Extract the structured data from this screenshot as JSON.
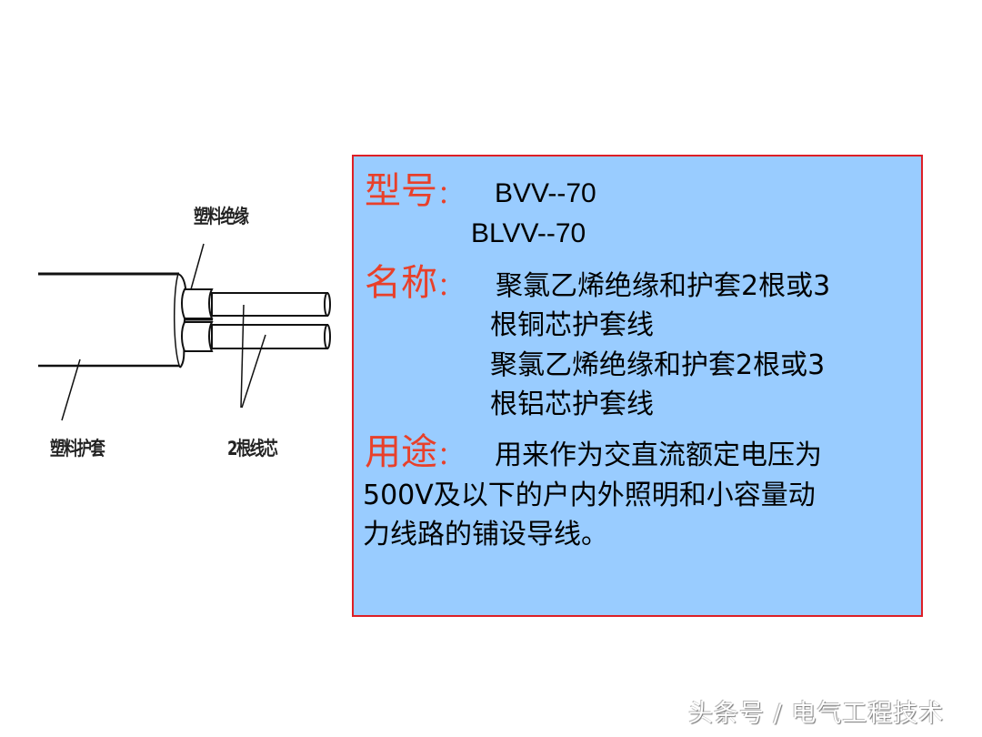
{
  "figure": {
    "title": "cable-cross-section-illustration",
    "labels": {
      "insulation": "塑料绝缘",
      "sheath": "塑料护套",
      "cores": "2根线芯"
    }
  },
  "info_box": {
    "model": {
      "label": "型号",
      "colon": "：",
      "values": [
        "BVV--70",
        "BLVV--70"
      ]
    },
    "name": {
      "label": "名称",
      "colon": "：",
      "lines": [
        "聚氯乙烯绝缘和护套2根或3",
        "根铜芯护套线",
        "聚氯乙烯绝缘和护套2根或3",
        "根铝芯护套线"
      ]
    },
    "usage": {
      "label": "用途",
      "colon": "：",
      "lines": [
        "用来作为交直流额定电压为",
        "500V及以下的户内外照明和小容量动",
        "力线路的铺设导线。"
      ]
    },
    "colors": {
      "background": "#99ccff",
      "border": "#dd1f26",
      "key_text": "#e8402a",
      "body_text": "#000000"
    }
  },
  "watermark": "头条号 / 电气工程技术"
}
